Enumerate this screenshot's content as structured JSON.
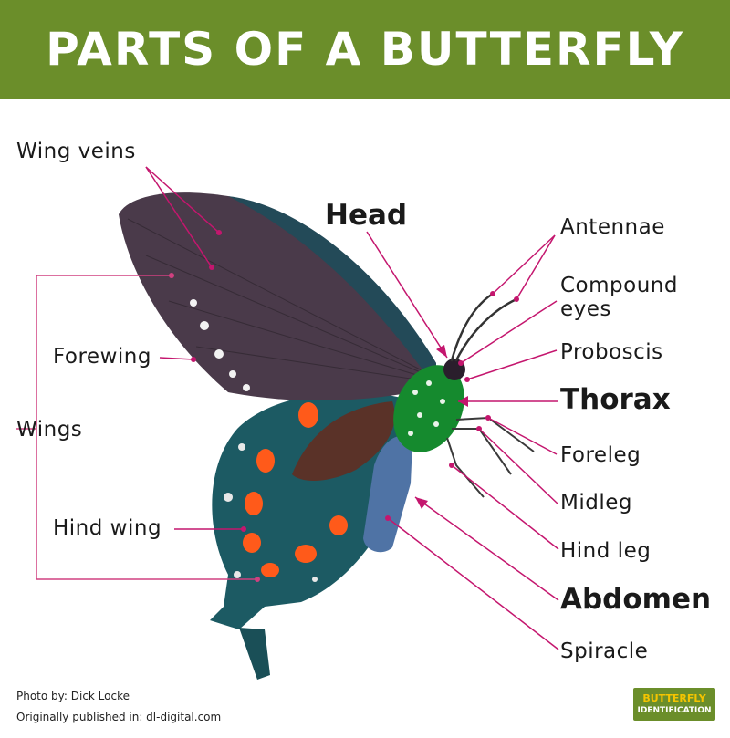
{
  "header": {
    "title": "PARTS OF A BUTTERFLY"
  },
  "labels": {
    "wing_veins": "Wing veins",
    "forewing": "Forewing",
    "wings": "Wings",
    "hind_wing": "Hind wing",
    "head": "Head",
    "antennae": "Antennae",
    "compound_eyes": "Compound\neyes",
    "proboscis": "Proboscis",
    "thorax": "Thorax",
    "foreleg": "Foreleg",
    "midleg": "Midleg",
    "hind_leg": "Hind leg",
    "abdomen": "Abdomen",
    "spiracle": "Spiracle"
  },
  "footer": {
    "photo_credit": "Photo by: Dick Locke",
    "published": "Originally published in: dl-digital.com",
    "logo_line1": "BUTTERFLY",
    "logo_line2": "IDENTIFICATION"
  },
  "colors": {
    "banner": "#6b8e2a",
    "pointer": "#c4166e",
    "wings_bracket": "#d04080",
    "forewing": "#4a3a4a",
    "hindwing": "#1c5a63",
    "body_thorax": "#158a2e",
    "spots": "#ff5a1a"
  }
}
